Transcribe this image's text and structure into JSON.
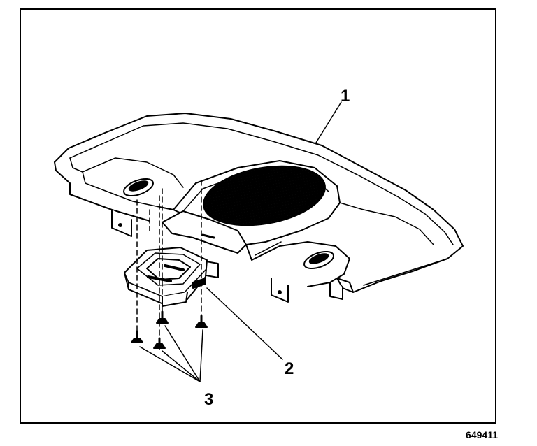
{
  "callouts": {
    "shelf_panel": "1",
    "bracket": "2",
    "fasteners": "3"
  },
  "figure_id": "649411",
  "colors": {
    "ink": "#000000",
    "paper": "#ffffff",
    "speaker_grille": "#6e6e6e"
  }
}
